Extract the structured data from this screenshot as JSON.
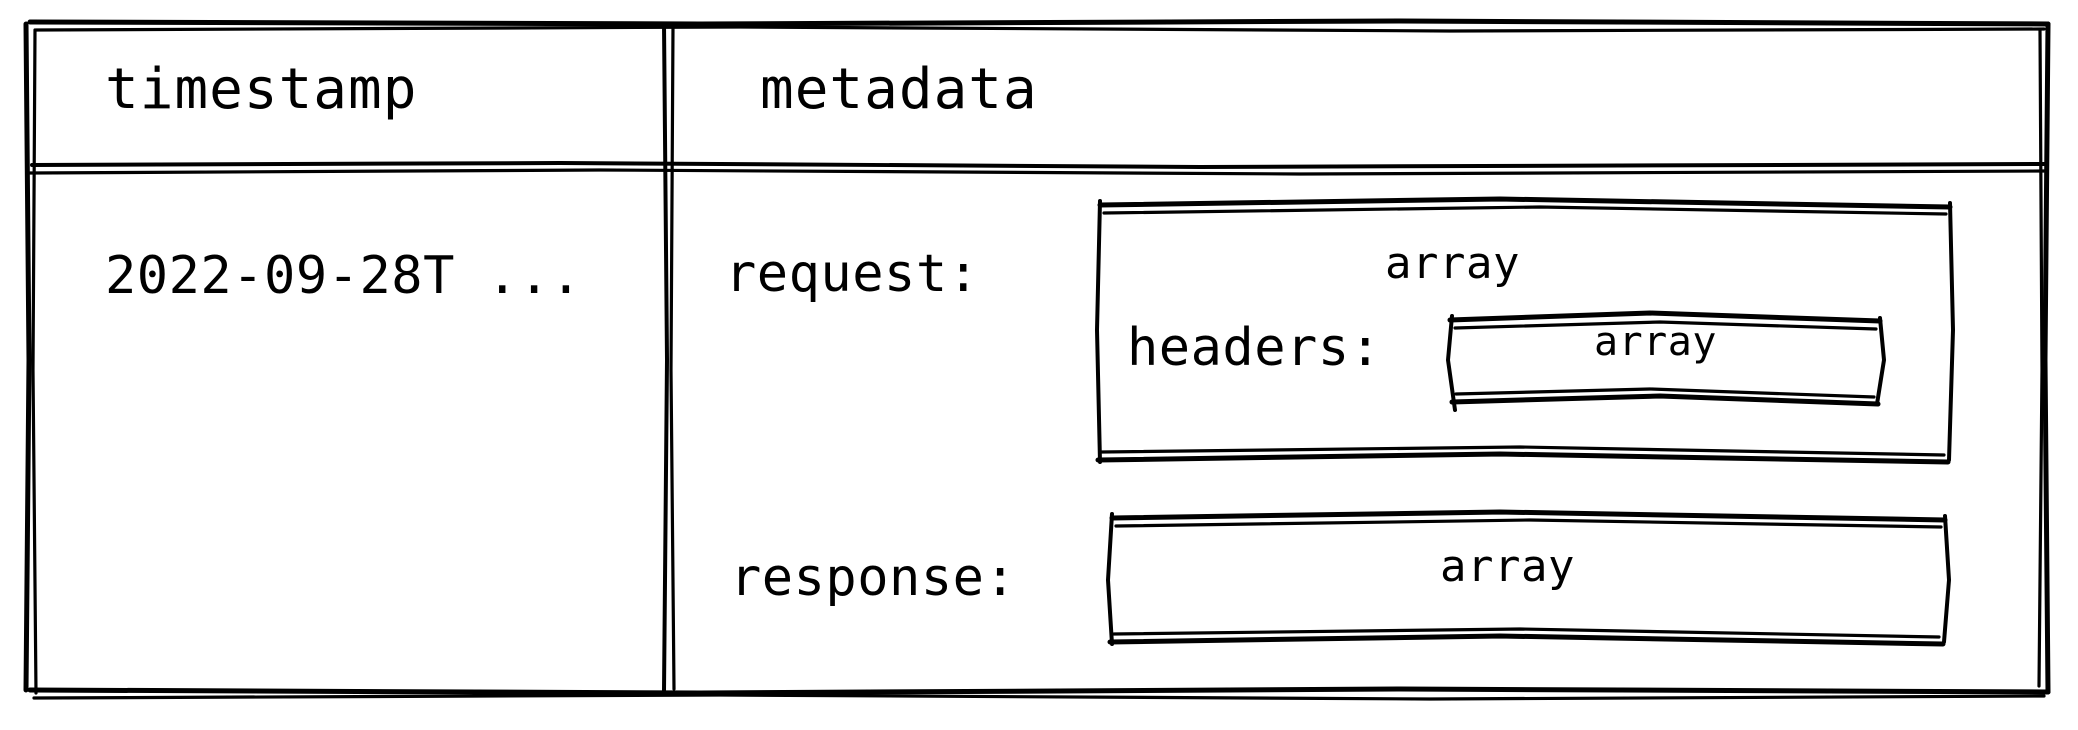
{
  "table": {
    "columns": [
      {
        "id": "timestamp",
        "label": "timestamp"
      },
      {
        "id": "metadata",
        "label": "metadata"
      }
    ],
    "rows": [
      {
        "timestamp": "2022-09-28T ...",
        "metadata": {
          "fields": [
            {
              "key": "request:",
              "type": "array",
              "children": [
                {
                  "key": "headers:",
                  "type": "array"
                }
              ]
            },
            {
              "key": "response:",
              "type": "array",
              "children": []
            }
          ]
        }
      }
    ]
  },
  "style": {
    "ink": "#000000",
    "paper": "#ffffff"
  }
}
